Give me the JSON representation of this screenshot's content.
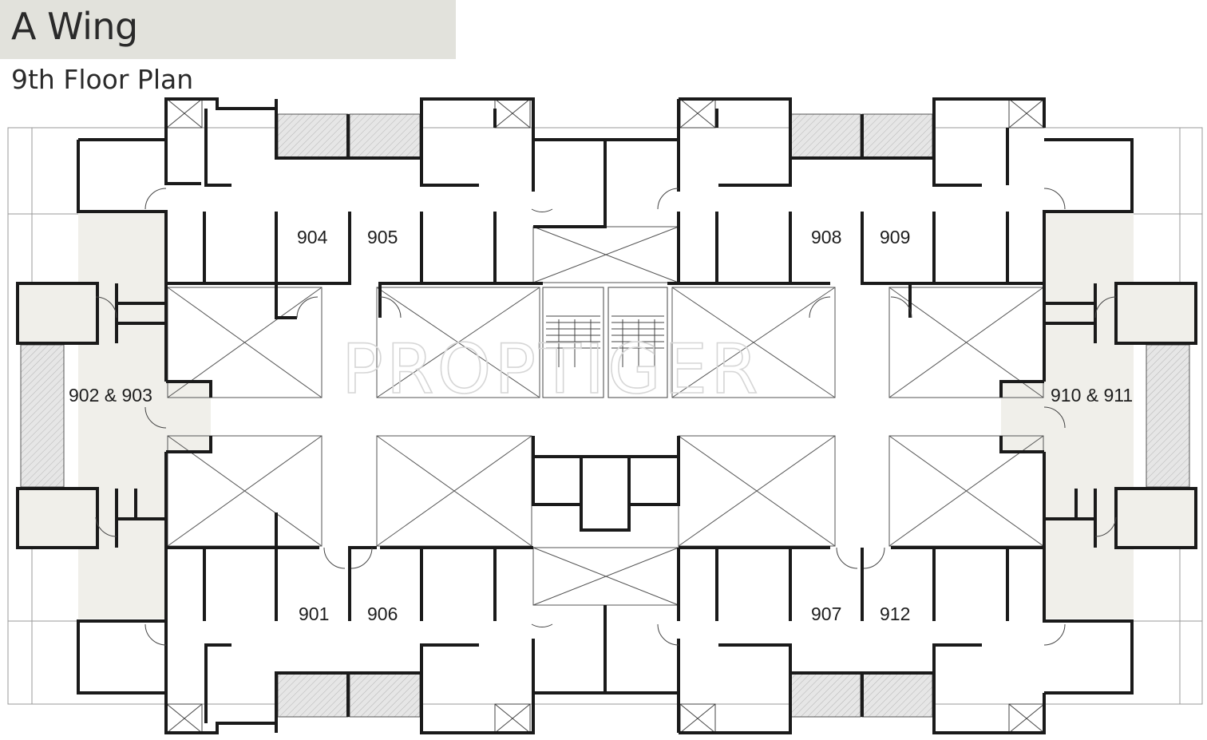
{
  "header": {
    "title": "A Wing",
    "subtitle": "9th Floor Plan"
  },
  "watermark": "PROPTIGER",
  "units": {
    "u904": "904",
    "u905": "905",
    "u908": "908",
    "u909": "909",
    "u902_903": "902 & 903",
    "u910_911": "910 & 911",
    "u901": "901",
    "u906": "906",
    "u907": "907",
    "u912": "912"
  },
  "colors": {
    "wall": "#1a1a1a",
    "shaded_unit": "#f0efea",
    "balcony_hatch": "#d9d9d9",
    "title_band": "#e2e2dc"
  }
}
